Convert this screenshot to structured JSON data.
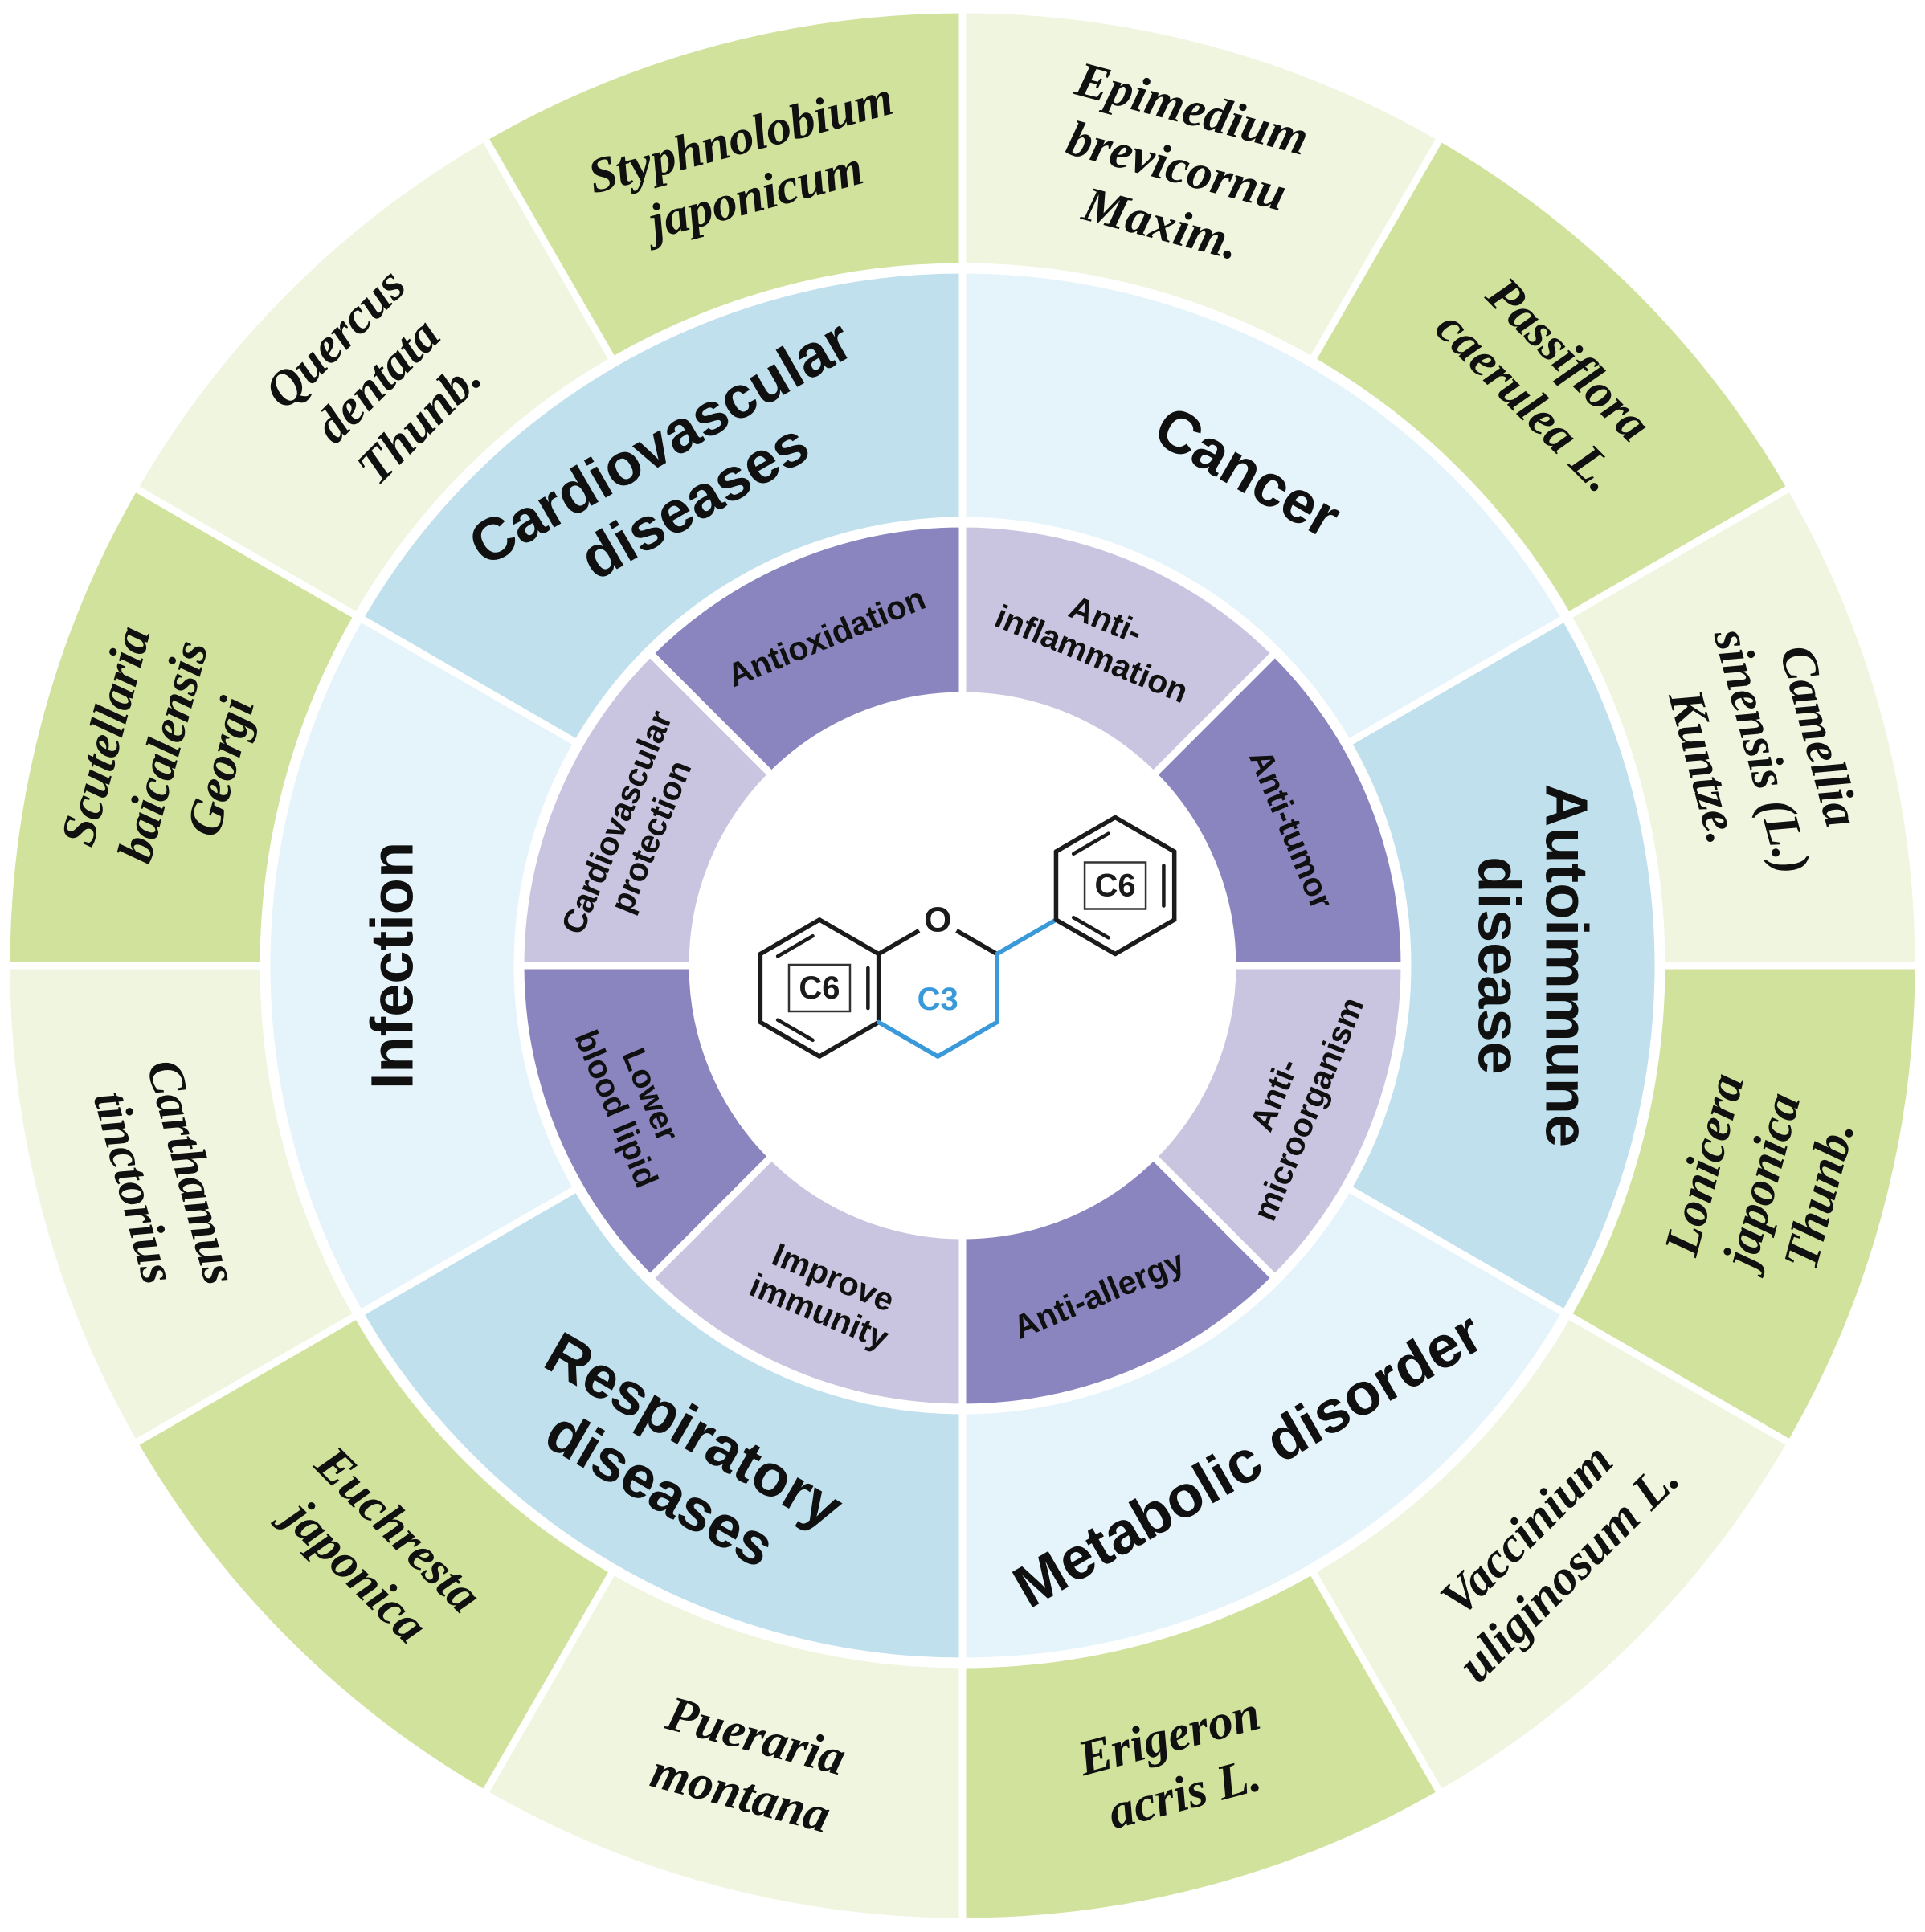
{
  "figure": {
    "background_color": "#ffffff",
    "text_color": "#101010"
  },
  "center": {
    "molecule": {
      "ring_a_label": "C6",
      "ring_b_label": "C6",
      "bridge_label": "C3",
      "oxygen_label": "O",
      "bond_color": "#1b1b1b",
      "bridge_color": "#3a9ad9"
    }
  },
  "rings": {
    "inner": {
      "description": "bioactivities",
      "colors": {
        "light": "#c9c5e0",
        "dark": "#8b85bf"
      },
      "text_color": "#101010",
      "segments": [
        {
          "label": "Anti-inflammation",
          "lines": [
            "Anti-",
            "inflammation"
          ],
          "shade": "light"
        },
        {
          "label": "Anti-tumor",
          "lines": [
            "Anti-tumor"
          ],
          "shade": "dark"
        },
        {
          "label": "Anti-microorganism",
          "lines": [
            "Anti-",
            "microorganism"
          ],
          "shade": "light"
        },
        {
          "label": "Anti-allergy",
          "lines": [
            "Anti-allergy"
          ],
          "shade": "dark"
        },
        {
          "label": "Improve immunity",
          "lines": [
            "Improve",
            "immunity"
          ],
          "shade": "light"
        },
        {
          "label": "Lower blood lipid",
          "lines": [
            "Lower",
            "blood lipid"
          ],
          "shade": "dark"
        },
        {
          "label": "Cardiovascular protection",
          "lines": [
            "Cardiovascular",
            "protection"
          ],
          "shade": "light"
        },
        {
          "label": "Antioxidation",
          "lines": [
            "Antioxidation"
          ],
          "shade": "dark"
        }
      ]
    },
    "middle": {
      "description": "diseases",
      "colors": {
        "light": "#e4f4fa",
        "dark": "#bfe0ec"
      },
      "text_color": "#101010",
      "segments": [
        {
          "label": "Cancer",
          "lines": [
            "Cancer"
          ],
          "shade": "light"
        },
        {
          "label": "Autoimmune disease",
          "lines": [
            "Autoimmune",
            "disease"
          ],
          "shade": "dark"
        },
        {
          "label": "Metabolic disorder",
          "lines": [
            "Metabolic disorder"
          ],
          "shade": "light"
        },
        {
          "label": "Respiratory diseases",
          "lines": [
            "Respiratory",
            "diseases"
          ],
          "shade": "dark"
        },
        {
          "label": "Infection",
          "lines": [
            "Infection"
          ],
          "shade": "light"
        },
        {
          "label": "Cardiovascular diseases",
          "lines": [
            "Cardiovascular",
            "diseases"
          ],
          "shade": "dark"
        }
      ]
    },
    "outer": {
      "description": "plant sources",
      "colors": {
        "light": "#eff5de",
        "dark": "#d0e29c"
      },
      "text_color": "#101010",
      "segments": [
        {
          "label": "Epimedium brevicornu Maxim.",
          "lines": [
            "Epimedium",
            "brevicornu",
            "Maxim."
          ],
          "shade": "light"
        },
        {
          "label": "Passiflora caerulea L.",
          "lines": [
            "Passiflora",
            "caerulea L."
          ],
          "shade": "dark"
        },
        {
          "label": "Camellia sinensis (L.) Kuntze.",
          "lines": [
            "Camellia",
            "sinensis (L.)",
            "Kuntze."
          ],
          "shade": "light"
        },
        {
          "label": "Lonicera japonica Thunb.",
          "lines": [
            "Lonicera",
            "japonica",
            "Thunb."
          ],
          "shade": "dark"
        },
        {
          "label": "Vaccinium uliginosum L.",
          "lines": [
            "Vaccinium",
            "uliginosum L."
          ],
          "shade": "light"
        },
        {
          "label": "Erigeron acris L.",
          "lines": [
            "Erigeron",
            "acris L."
          ],
          "shade": "dark"
        },
        {
          "label": "Pueraria montana",
          "lines": [
            "Pueraria",
            "montana"
          ],
          "shade": "light"
        },
        {
          "label": "Euchresta japonica",
          "lines": [
            "Euchresta",
            "japonica"
          ],
          "shade": "dark"
        },
        {
          "label": "Carthamus tinctorius",
          "lines": [
            "Carthamus",
            "tinctorius"
          ],
          "shade": "light"
        },
        {
          "label": "Scutellaria baicalensis Georgi",
          "lines": [
            "Scutellaria",
            "baicalensis",
            "Georgi"
          ],
          "shade": "dark"
        },
        {
          "label": "Quercus dentata Thunb.",
          "lines": [
            "Quercus",
            "dentata",
            "Thunb."
          ],
          "shade": "light"
        },
        {
          "label": "Styphnolobium japonicum",
          "lines": [
            "Styphnolobium",
            "japonicum"
          ],
          "shade": "dark"
        }
      ]
    }
  }
}
